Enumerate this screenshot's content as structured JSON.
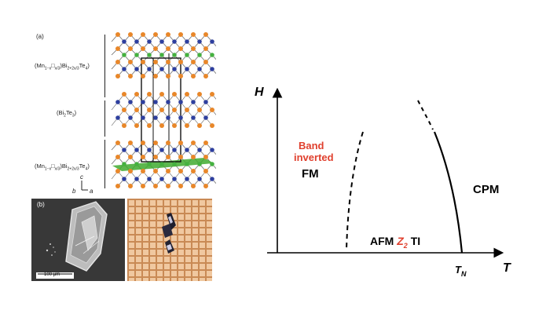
{
  "figure_left": {
    "panel_a_label": "(a)",
    "panel_b_label": "(b)",
    "layer_top": {
      "pre": "(Mn",
      "s1": "1−x",
      "mid": "□",
      "s2": "x/3",
      "mid2": ")Bi",
      "s3": "2+2x/3",
      "post": "Te",
      "s4": "4",
      "end": ")"
    },
    "layer_mid": {
      "pre": "(Bi",
      "s1": "2",
      "mid": "Te",
      "s2": "3",
      "end": ")"
    },
    "layer_bot": {
      "pre": "(Mn",
      "s1": "1−x",
      "mid": "□",
      "s2": "x/3",
      "mid2": ")Bi",
      "s3": "2+2x/3",
      "post": "Te",
      "s4": "4",
      "end": ")"
    },
    "axis_c": "c",
    "axis_b": "b",
    "axis_a": "a",
    "scale_bar": "100 μm",
    "colors": {
      "te": "#e8872a",
      "bi": "#2e3f9e",
      "mn": "#45b040",
      "plane": "#3faa2f",
      "scale_bg": "#3a3a3a"
    }
  },
  "phase_diagram": {
    "axis_y_label": "H",
    "axis_x_label": "T",
    "tn_main": "T",
    "tn_sub": "N",
    "band_line1": "Band",
    "band_line2": "inverted",
    "fm_label": "FM",
    "cpm_label": "CPM",
    "afm_prefix": "AFM",
    "z2_main": "Z",
    "z2_sub": "2",
    "ti_label": "TI",
    "colors": {
      "red": "#e0402e",
      "line": "#000000"
    }
  }
}
